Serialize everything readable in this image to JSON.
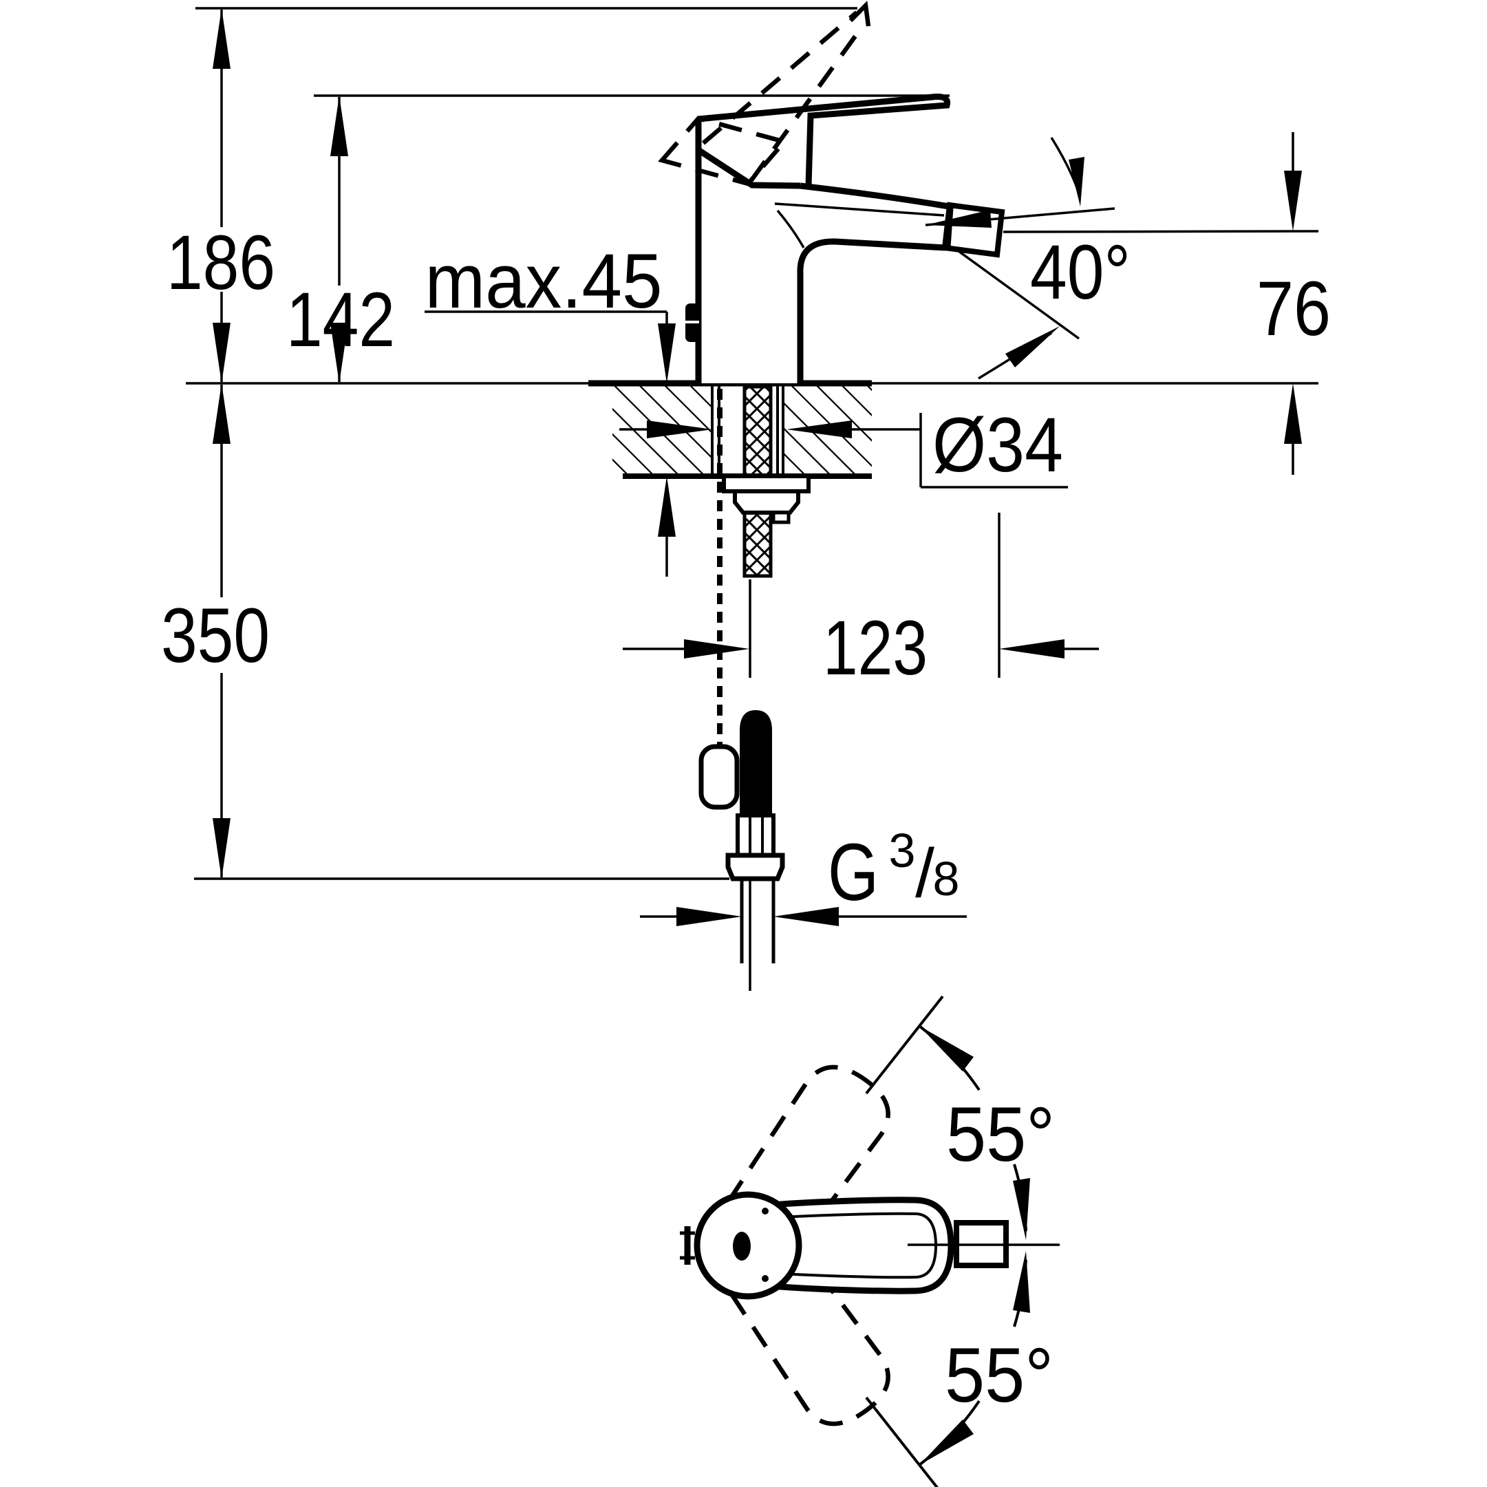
{
  "drawing": {
    "labels": {
      "total_height": "186",
      "spout_tip_height": "142",
      "max_mounting_thickness": "max.45",
      "spray_angle": "40°",
      "outlet_height": "76",
      "hole_diameter": "Ø34",
      "supply_hose_length": "350",
      "spout_projection": "123",
      "thread_prefix": "G",
      "thread_numerator": "3",
      "thread_slash": "/",
      "thread_denominator": "8",
      "handle_swing_upper": "55°",
      "handle_swing_lower": "55°"
    },
    "colors": {
      "line": "#000000",
      "background": "#ffffff"
    }
  }
}
